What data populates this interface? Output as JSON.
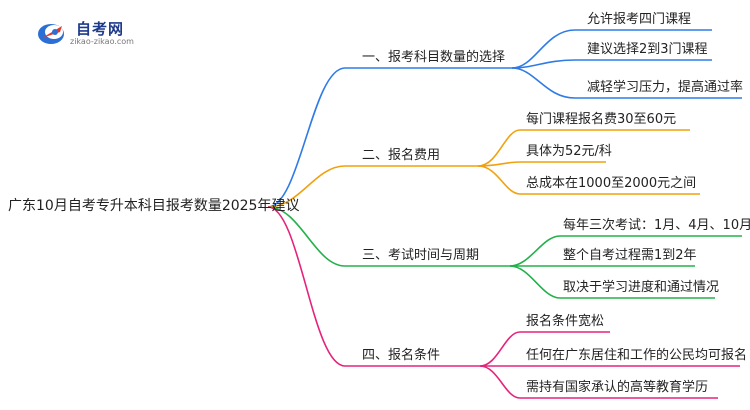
{
  "logo": {
    "title": "自考网",
    "url": "zikao-zikao.com"
  },
  "root": "广东10月自考专升本科目报考数量2025年建议",
  "branches": [
    {
      "label": "一、报考科目数量的选择",
      "color": "#2f7be6",
      "leaves": [
        "允许报考四门课程",
        "建议选择2到3门课程",
        "减轻学习压力，提高通过率"
      ]
    },
    {
      "label": "二、报名费用",
      "color": "#f1a10d",
      "leaves": [
        "每门课程报名费30至60元",
        "具体为52元/科",
        "总成本在1000至2000元之间"
      ]
    },
    {
      "label": "三、考试时间与周期",
      "color": "#23b04a",
      "leaves": [
        "每年三次考试：1月、4月、10月",
        "整个自考过程需1到2年",
        "取决于学习进度和通过情况"
      ]
    },
    {
      "label": "四、报名条件",
      "color": "#e5237a",
      "leaves": [
        "报名条件宽松",
        "任何在广东居住和工作的公民均可报名",
        "需持有国家承认的高等教育学历"
      ]
    }
  ]
}
